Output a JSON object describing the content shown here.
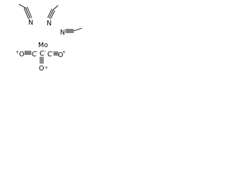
{
  "molecule": {
    "metal": "Mo",
    "acetonitrile_ligands": [
      {
        "nitrogen": "N"
      },
      {
        "nitrogen": "N"
      },
      {
        "nitrogen": "N"
      }
    ],
    "carbonyl_ligands": [
      {
        "carbon": "C",
        "carbon_charge": "-",
        "oxygen": "O",
        "oxygen_charge": "+"
      },
      {
        "carbon": "C",
        "carbon_charge": "-",
        "oxygen": "O",
        "oxygen_charge": "+"
      },
      {
        "carbon": "C",
        "carbon_charge": "-",
        "oxygen": "O",
        "oxygen_charge": "+"
      }
    ]
  }
}
